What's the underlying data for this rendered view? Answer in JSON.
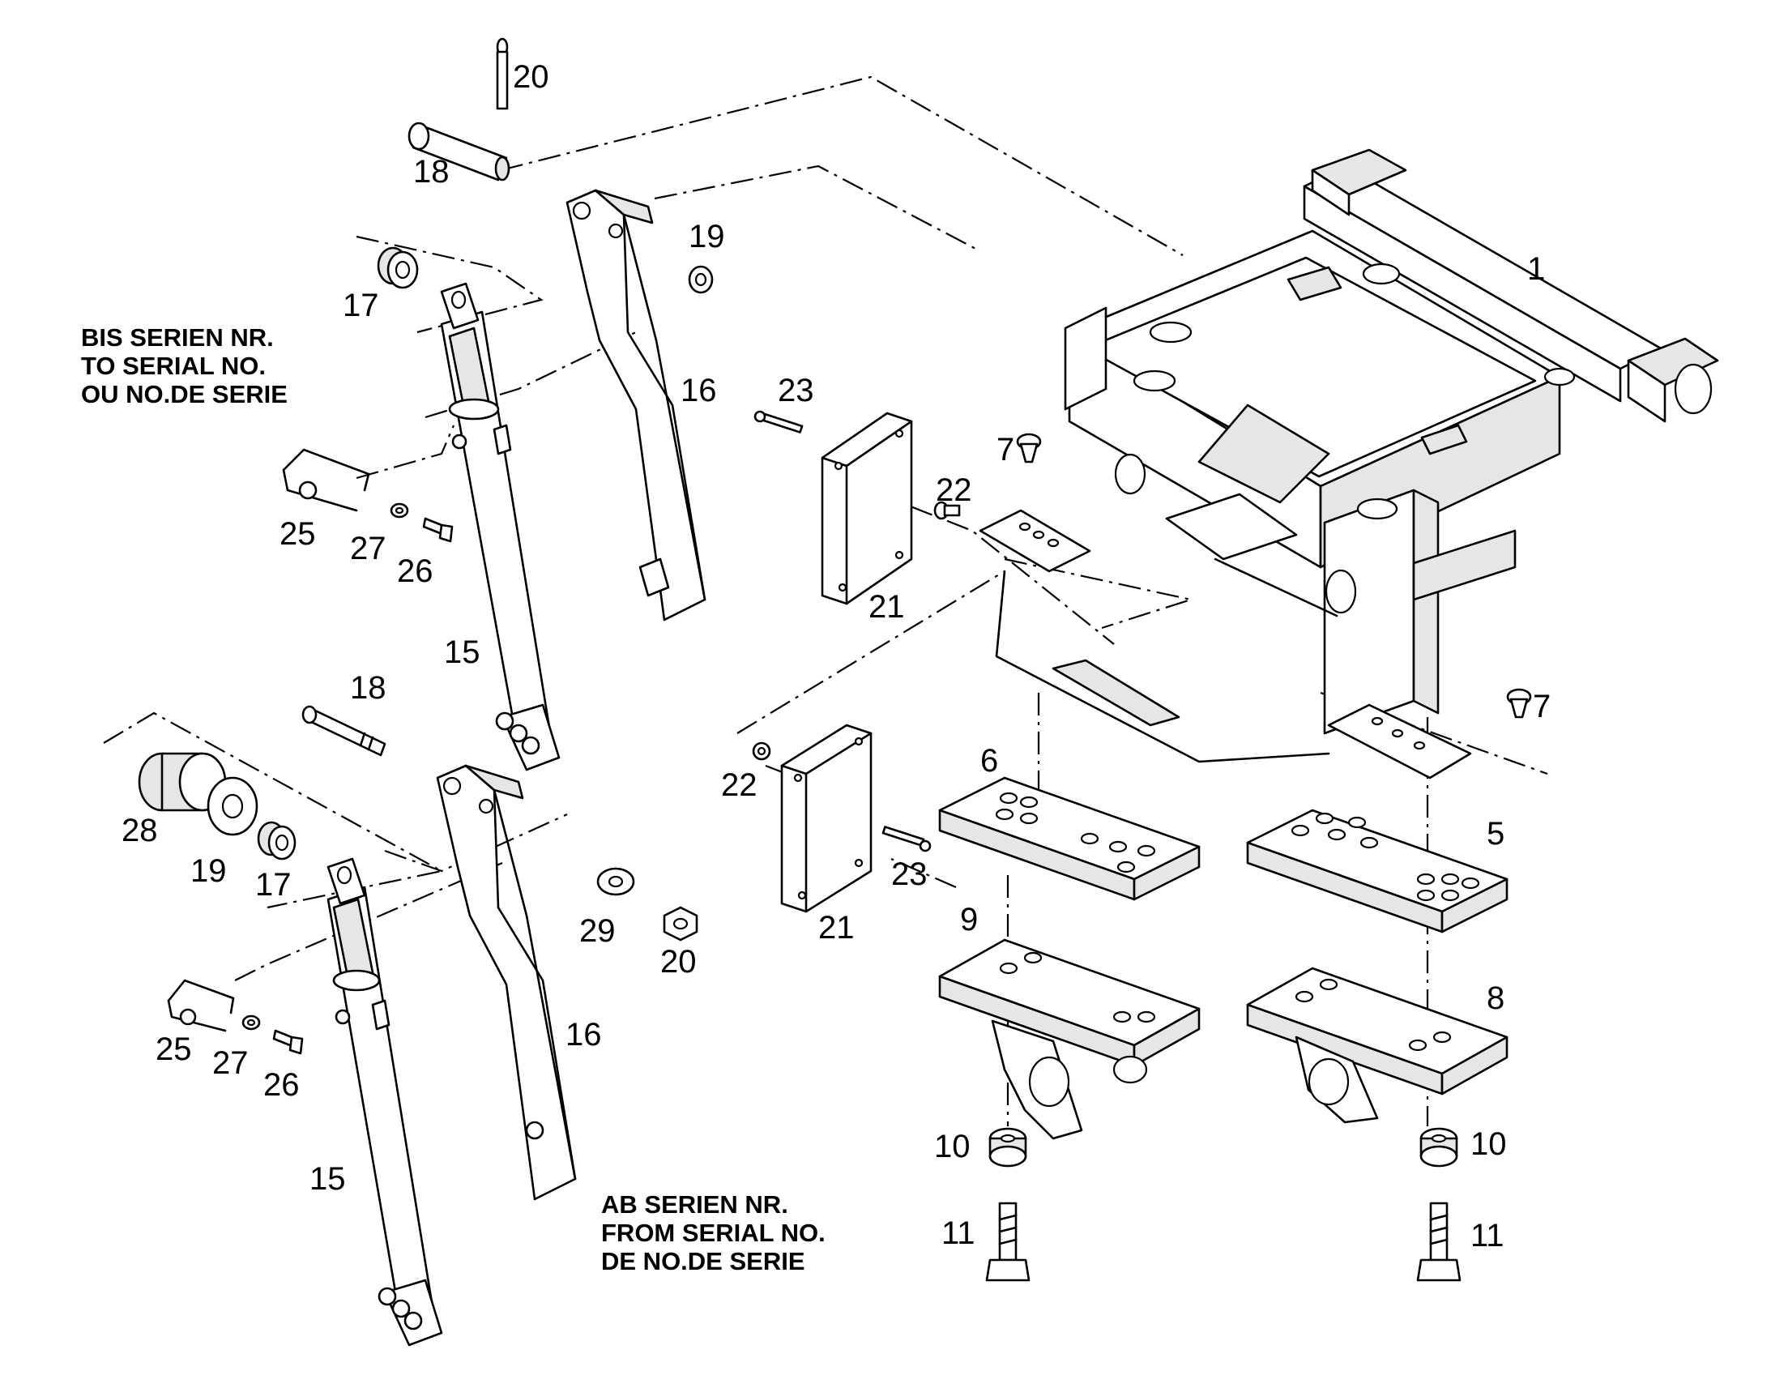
{
  "notes": {
    "before_serial": [
      "BIS SERIEN NR.",
      "TO SERIAL NO.",
      "OU NO.DE SERIE"
    ],
    "from_serial": [
      "AB SERIEN NR.",
      "FROM SERIAL NO.",
      "DE NO.DE SERIE"
    ]
  },
  "callouts": {
    "frame": "1",
    "plate_5": "5",
    "plate_6": "6",
    "plug_7": "7",
    "bracket_8": "8",
    "bracket_9": "9",
    "washer_10": "10",
    "bolt_11": "11",
    "cylinder_15": "15",
    "arm_16": "16",
    "bushing_17": "17",
    "pin_18": "18",
    "washer_19": "19",
    "cotter_20": "20",
    "plate_21": "21",
    "screw_22": "22",
    "bolt_23": "23",
    "clamp_25": "25",
    "screw_26": "26",
    "washer_27": "27",
    "sleeve_28": "28",
    "washer_29": "29",
    "nut_20": "20"
  }
}
